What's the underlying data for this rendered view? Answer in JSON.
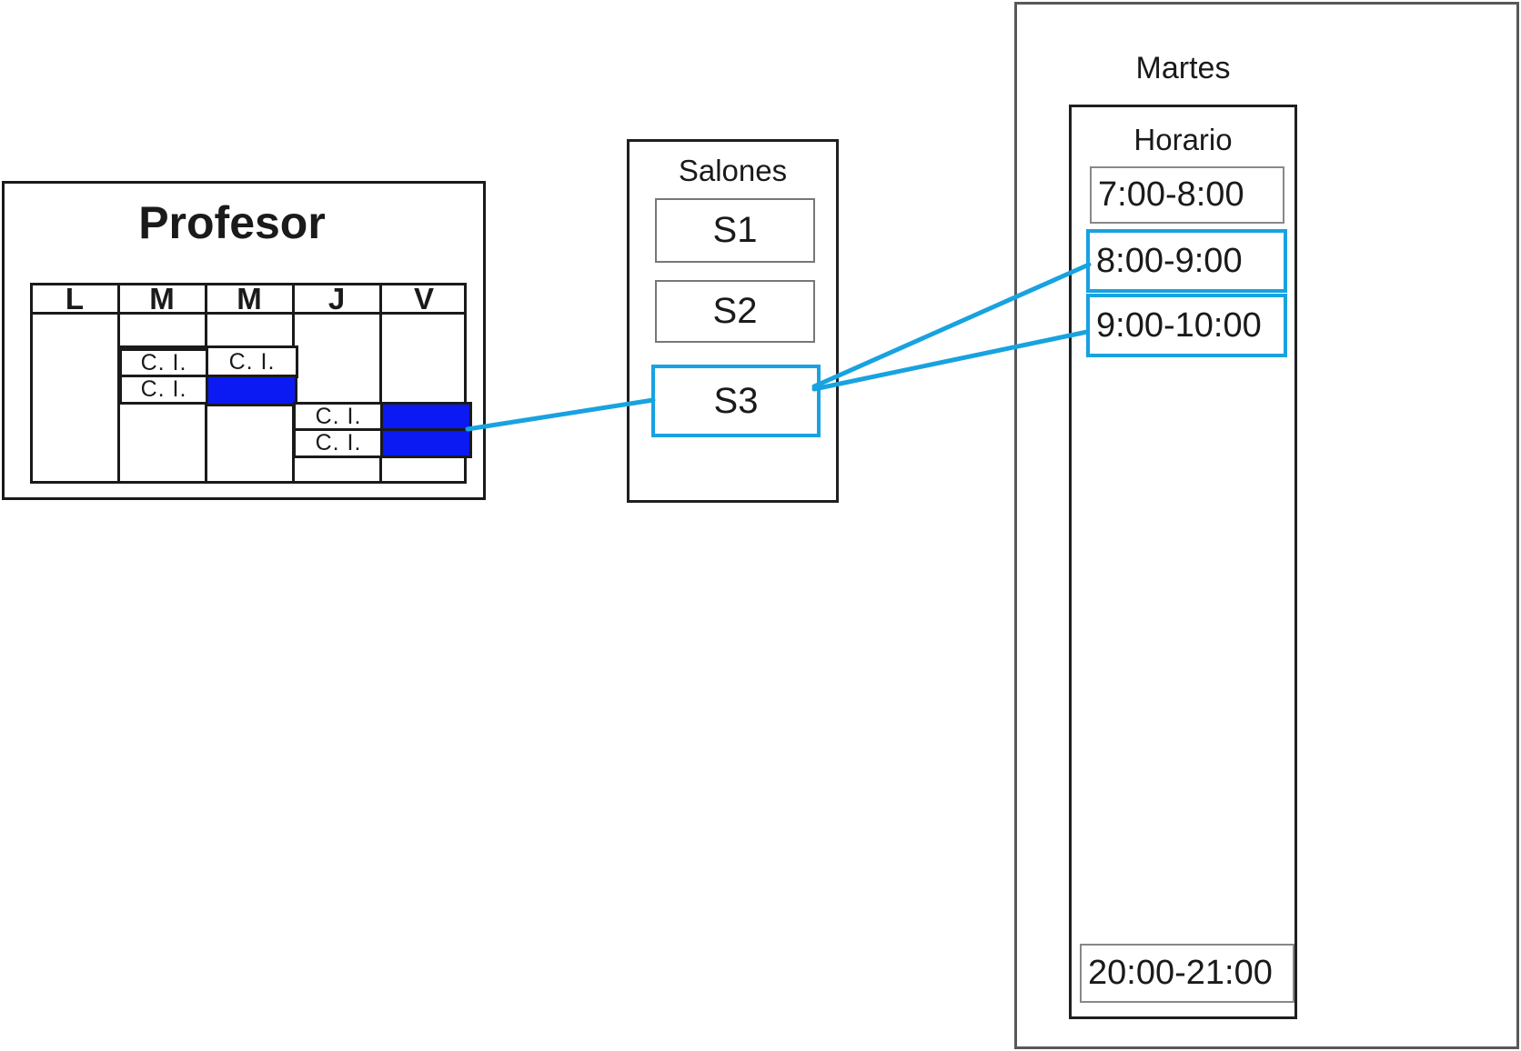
{
  "colors": {
    "accent": "#18a2e0",
    "cell_blue": "#0b1af2",
    "border_dark": "#1a1a1a",
    "border_grey": "#58585a"
  },
  "profesor": {
    "title": "Profesor",
    "day_headers": [
      "L",
      "M",
      "M",
      "J",
      "V"
    ],
    "ci_label": "C. I.",
    "occupied_blue_cells": [
      {
        "day": "M",
        "row": 2
      },
      {
        "day": "V",
        "row": 3
      },
      {
        "day": "V",
        "row": 4
      }
    ]
  },
  "salones": {
    "title": "Salones",
    "rooms": [
      {
        "label": "S1",
        "selected": false
      },
      {
        "label": "S2",
        "selected": false
      },
      {
        "label": "S3",
        "selected": true
      }
    ]
  },
  "martes": {
    "title": "Martes",
    "column_header": "Horario",
    "time_slots": [
      {
        "label": "7:00-8:00",
        "highlighted": false
      },
      {
        "label": "8:00-9:00",
        "highlighted": true
      },
      {
        "label": "9:00-10:00",
        "highlighted": true
      },
      {
        "label": "20:00-21:00",
        "highlighted": false
      }
    ]
  }
}
